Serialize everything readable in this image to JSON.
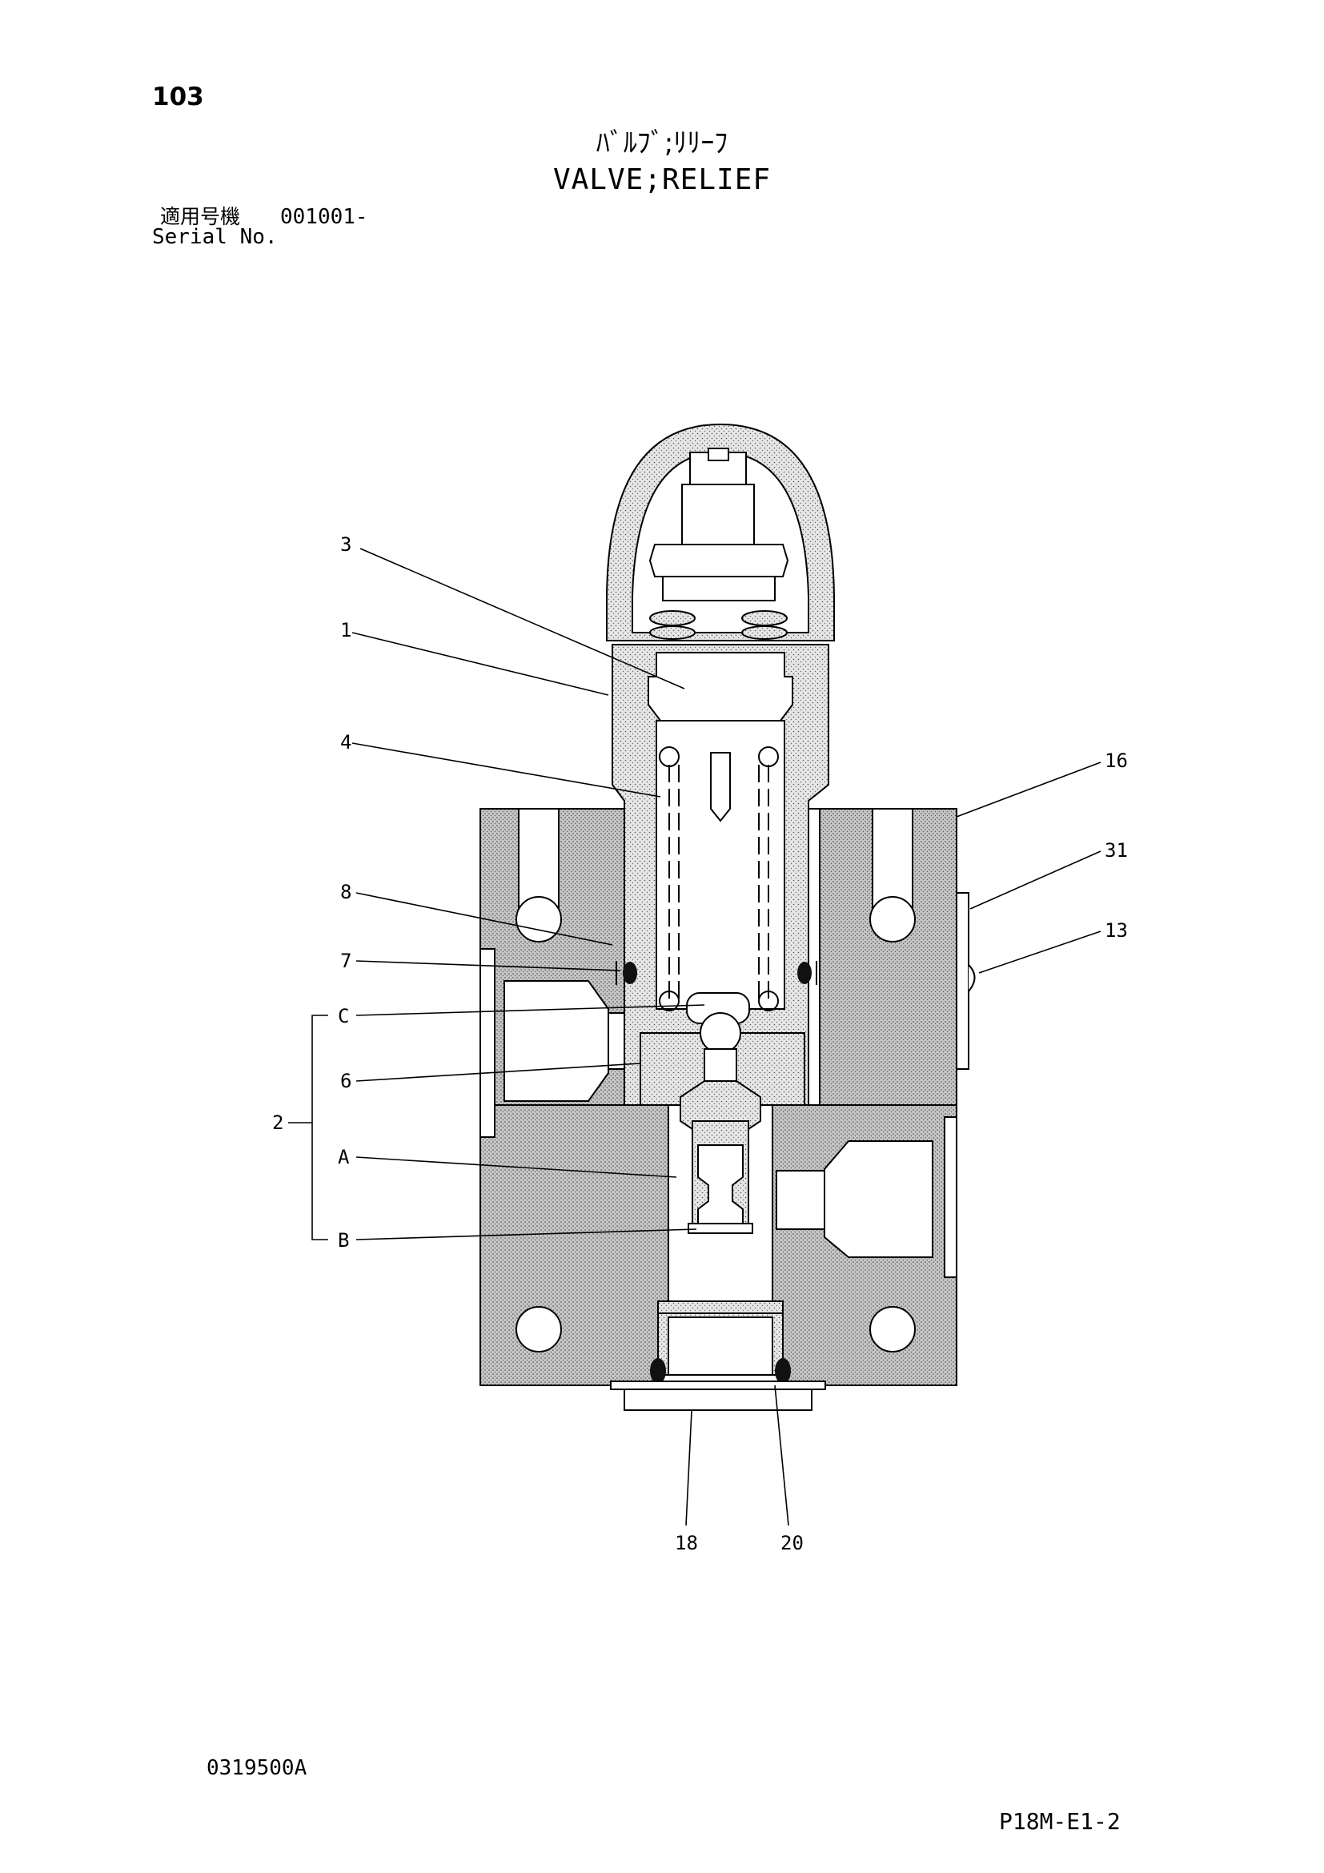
{
  "page_number": "103",
  "title_jp": "ﾊﾞﾙﾌﾞ;ﾘﾘｰﾌ",
  "title_en": "VALVE;RELIEF",
  "serial_label_jp": "適用号機",
  "serial_value": "001001-",
  "serial_label_en": "Serial No.",
  "drawing_code": "0319500A",
  "page_code": "P18M-E1-2",
  "callouts": {
    "c3": "3",
    "c1": "1",
    "c4": "4",
    "c16": "16",
    "c31": "31",
    "c13": "13",
    "c8": "8",
    "c7": "7",
    "cC": "C",
    "c6": "6",
    "c2": "2",
    "cA": "A",
    "cB": "B",
    "c18": "18",
    "c20": "20"
  },
  "colors": {
    "fill_body": "#c8c8c8",
    "fill_parts": "#e3e3e3",
    "ink": "#000000"
  }
}
